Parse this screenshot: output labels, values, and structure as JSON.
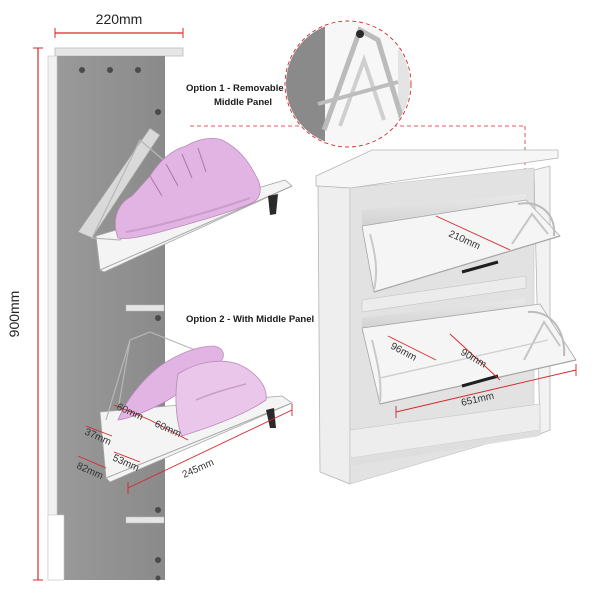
{
  "dimensions": {
    "width": "220mm",
    "height": "900mm",
    "flap_depth": "210mm",
    "lower_inner": "96mm",
    "lower_outer": "90mm",
    "cabinet_width": "651mm",
    "d60a": "60mm",
    "d60b": "60mm",
    "d37": "37mm",
    "d53": "53mm",
    "d82": "82mm",
    "d245": "245mm"
  },
  "callouts": {
    "option1_line1": "Option 1 - Removable",
    "option1_line2": "Middle Panel",
    "option2": "Option 2 - With Middle Panel"
  },
  "colors": {
    "dimension_line": "#d62828",
    "panel_grey": "#8e8e8e",
    "shoe_pink": "#e2b4e4",
    "cabinet_white": "#f4f4f4"
  }
}
